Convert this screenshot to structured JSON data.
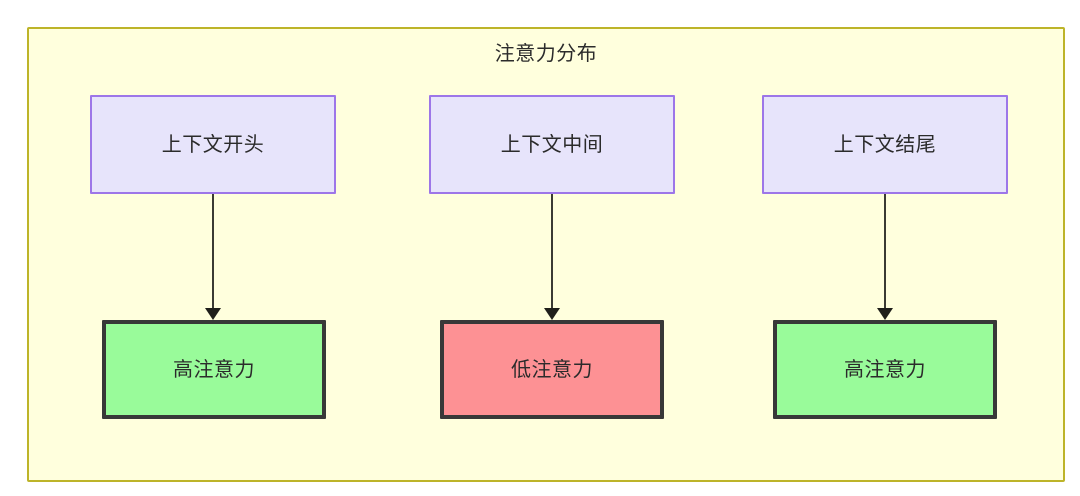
{
  "diagram": {
    "type": "flowchart",
    "title": "注意力分布",
    "frame": {
      "fill_color": "#ffffdd",
      "border_color": "#bdb429"
    },
    "nodes": [
      {
        "id": "context-start",
        "label": "上下文开头",
        "role": "context-segment",
        "fill_color": "#e7e4fb",
        "border_color": "#9d76e8"
      },
      {
        "id": "context-middle",
        "label": "上下文中间",
        "role": "context-segment",
        "fill_color": "#e7e4fb",
        "border_color": "#9d76e8"
      },
      {
        "id": "context-end",
        "label": "上下文结尾",
        "role": "context-segment",
        "fill_color": "#e7e4fb",
        "border_color": "#9d76e8"
      },
      {
        "id": "attention-start",
        "label": "高注意力",
        "role": "attention-level",
        "fill_color": "#99fb9a",
        "border_color": "#383838"
      },
      {
        "id": "attention-middle",
        "label": "低注意力",
        "role": "attention-level",
        "fill_color": "#fd9194",
        "border_color": "#383838"
      },
      {
        "id": "attention-end",
        "label": "高注意力",
        "role": "attention-level",
        "fill_color": "#99fb9a",
        "border_color": "#383838"
      }
    ],
    "edges": [
      {
        "from": "context-start",
        "to": "attention-start",
        "label": ""
      },
      {
        "from": "context-middle",
        "to": "attention-middle",
        "label": ""
      },
      {
        "from": "context-end",
        "to": "attention-end",
        "label": ""
      }
    ]
  }
}
